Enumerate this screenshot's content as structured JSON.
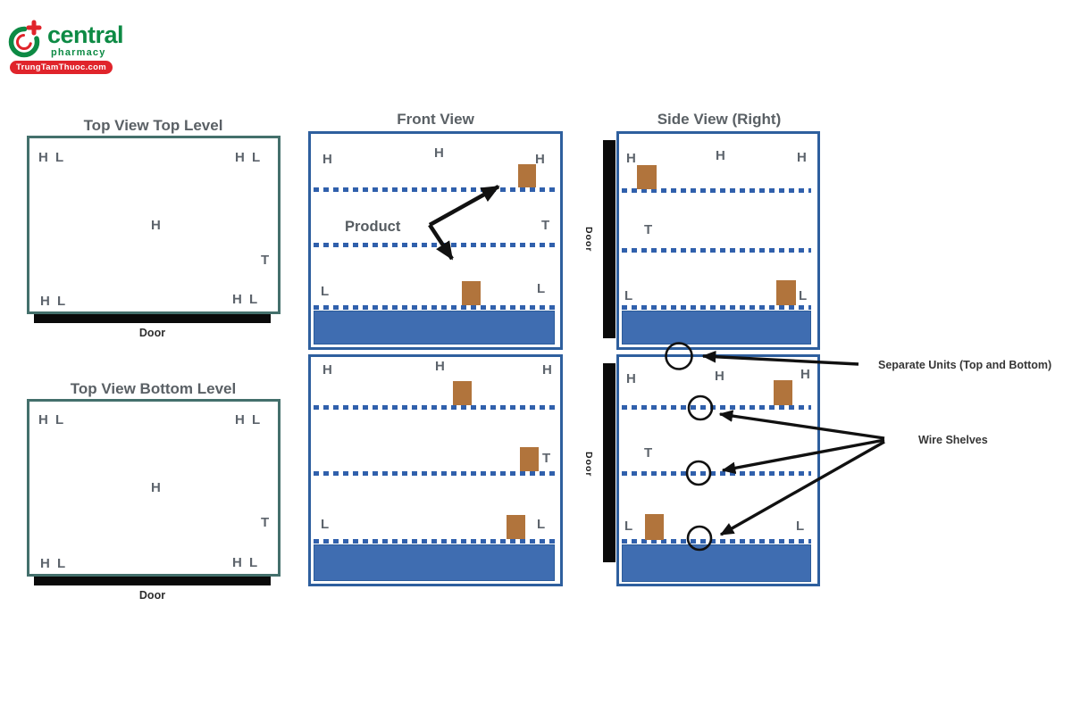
{
  "logo": {
    "brand": "central",
    "subtitle": "pharmacy",
    "tagline": "TrungTamThuoc.com",
    "green": "#0d8a44",
    "red": "#e0242b"
  },
  "colors": {
    "blueBorder": "#2e5f9e",
    "blueFill": "#3f6db1",
    "shelfDotBlue": "#3060ac",
    "productBrown": "#b1743c",
    "tealBorder": "#44706c",
    "labelGray": "#5d646c",
    "doorBlack": "#0a0a0a",
    "arrowBlack": "#111111"
  },
  "topViewTop": {
    "title": "Top View Top Level",
    "cornerTopLeft": "H L",
    "cornerTopRight": "H L",
    "center": "H",
    "rightMiddle": "T",
    "cornerBottomLeft": "H L",
    "cornerBottomRight": "H L",
    "door": "Door"
  },
  "topViewBottom": {
    "title": "Top View Bottom Level",
    "cornerTopLeft": "H L",
    "cornerTopRight": "H L",
    "center": "H",
    "rightMiddle": "T",
    "cornerBottomLeft": "H L",
    "cornerBottomRight": "H L",
    "door": "Door"
  },
  "frontView": {
    "title": "Front View",
    "topUnit": {
      "hLeft": "H",
      "hCenter": "H",
      "hRight": "H",
      "product": "Product",
      "tRight": "T",
      "lLeft": "L",
      "lRight": "L"
    },
    "bottomUnit": {
      "hLeft": "H",
      "hCenter": "H",
      "hRight": "H",
      "tRight": "T",
      "lLeft": "L",
      "lRight": "L"
    }
  },
  "sideView": {
    "title": "Side View (Right)",
    "topUnit": {
      "door": "Door",
      "hLeft": "H",
      "hCenter": "H",
      "hRight": "H",
      "tLeft": "T",
      "lLeft": "L",
      "lRight": "L"
    },
    "bottomUnit": {
      "door": "Door",
      "hLeft": "H",
      "hCenter": "H",
      "hRight": "H",
      "tLeft": "T",
      "lLeft": "L",
      "lRight": "L"
    }
  },
  "annotations": {
    "separateUnits": "Separate Units (Top and Bottom)",
    "wireShelves": "Wire Shelves"
  }
}
